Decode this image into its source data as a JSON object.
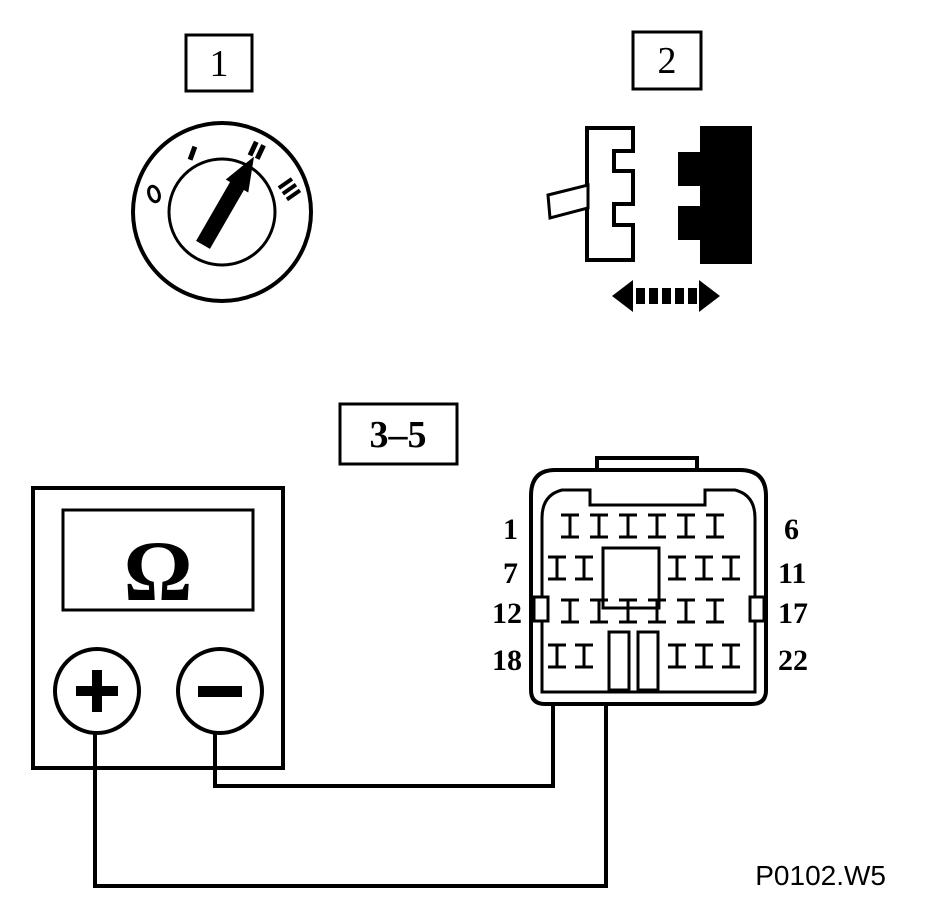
{
  "steps": {
    "step1": "1",
    "step2": "2",
    "step3": "3–5"
  },
  "switch": {
    "positions": [
      "0",
      "I",
      "II",
      "III"
    ]
  },
  "meter": {
    "display": "Ω",
    "plus": "+",
    "minus": "−"
  },
  "connector": {
    "pin_labels_left": [
      "1",
      "7",
      "12",
      "18"
    ],
    "pin_labels_right": [
      "6",
      "11",
      "17",
      "22"
    ]
  },
  "figure_code": "P0102.W5",
  "colors": {
    "ink": "#000000",
    "paper": "#ffffff"
  },
  "icons": [
    "ignition-switch-icon",
    "connector-unplug-icon",
    "double-arrow-icon",
    "ohmmeter-icon",
    "wiring-harness-connector-icon"
  ]
}
